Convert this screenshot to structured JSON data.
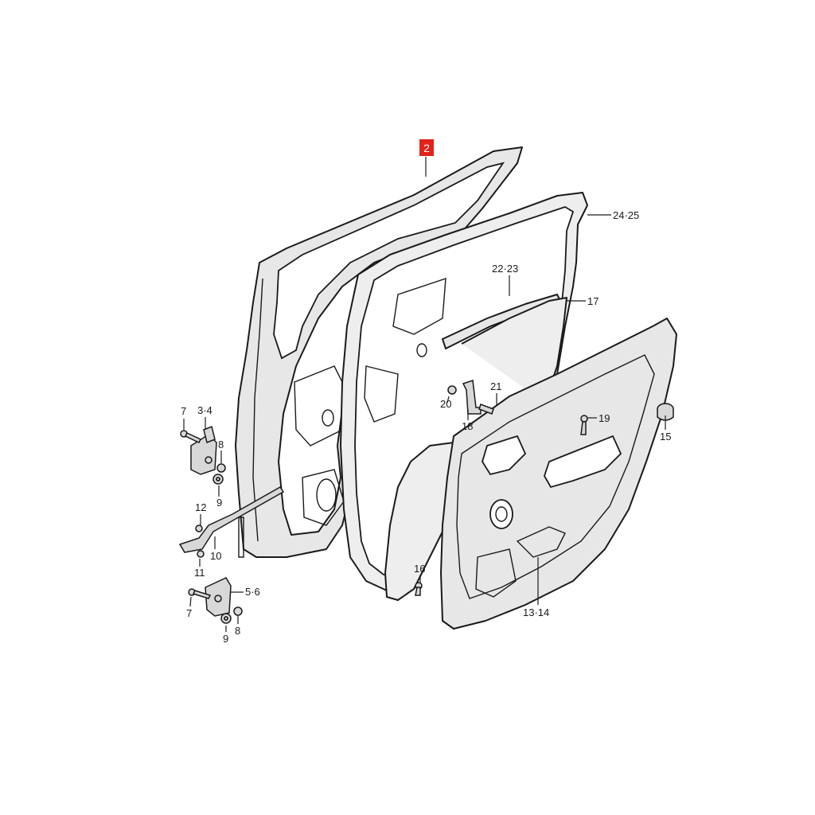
{
  "diagram": {
    "highlight_color": "#e2231a",
    "labels": {
      "p2": "2",
      "p24_25": "24·25",
      "p22_23": "22·23",
      "p17": "17",
      "p21": "21",
      "p20": "20",
      "p18": "18",
      "p19": "19",
      "p15": "15",
      "p3_4": "3·4",
      "p7_top": "7",
      "p8_top": "8",
      "p9_top": "9",
      "p12": "12",
      "p10": "10",
      "p11": "11",
      "p5_6": "5·6",
      "p7_bottom": "7",
      "p8_bottom": "8",
      "p9_bottom": "9",
      "p16": "16",
      "p13_14": "13·14"
    }
  }
}
